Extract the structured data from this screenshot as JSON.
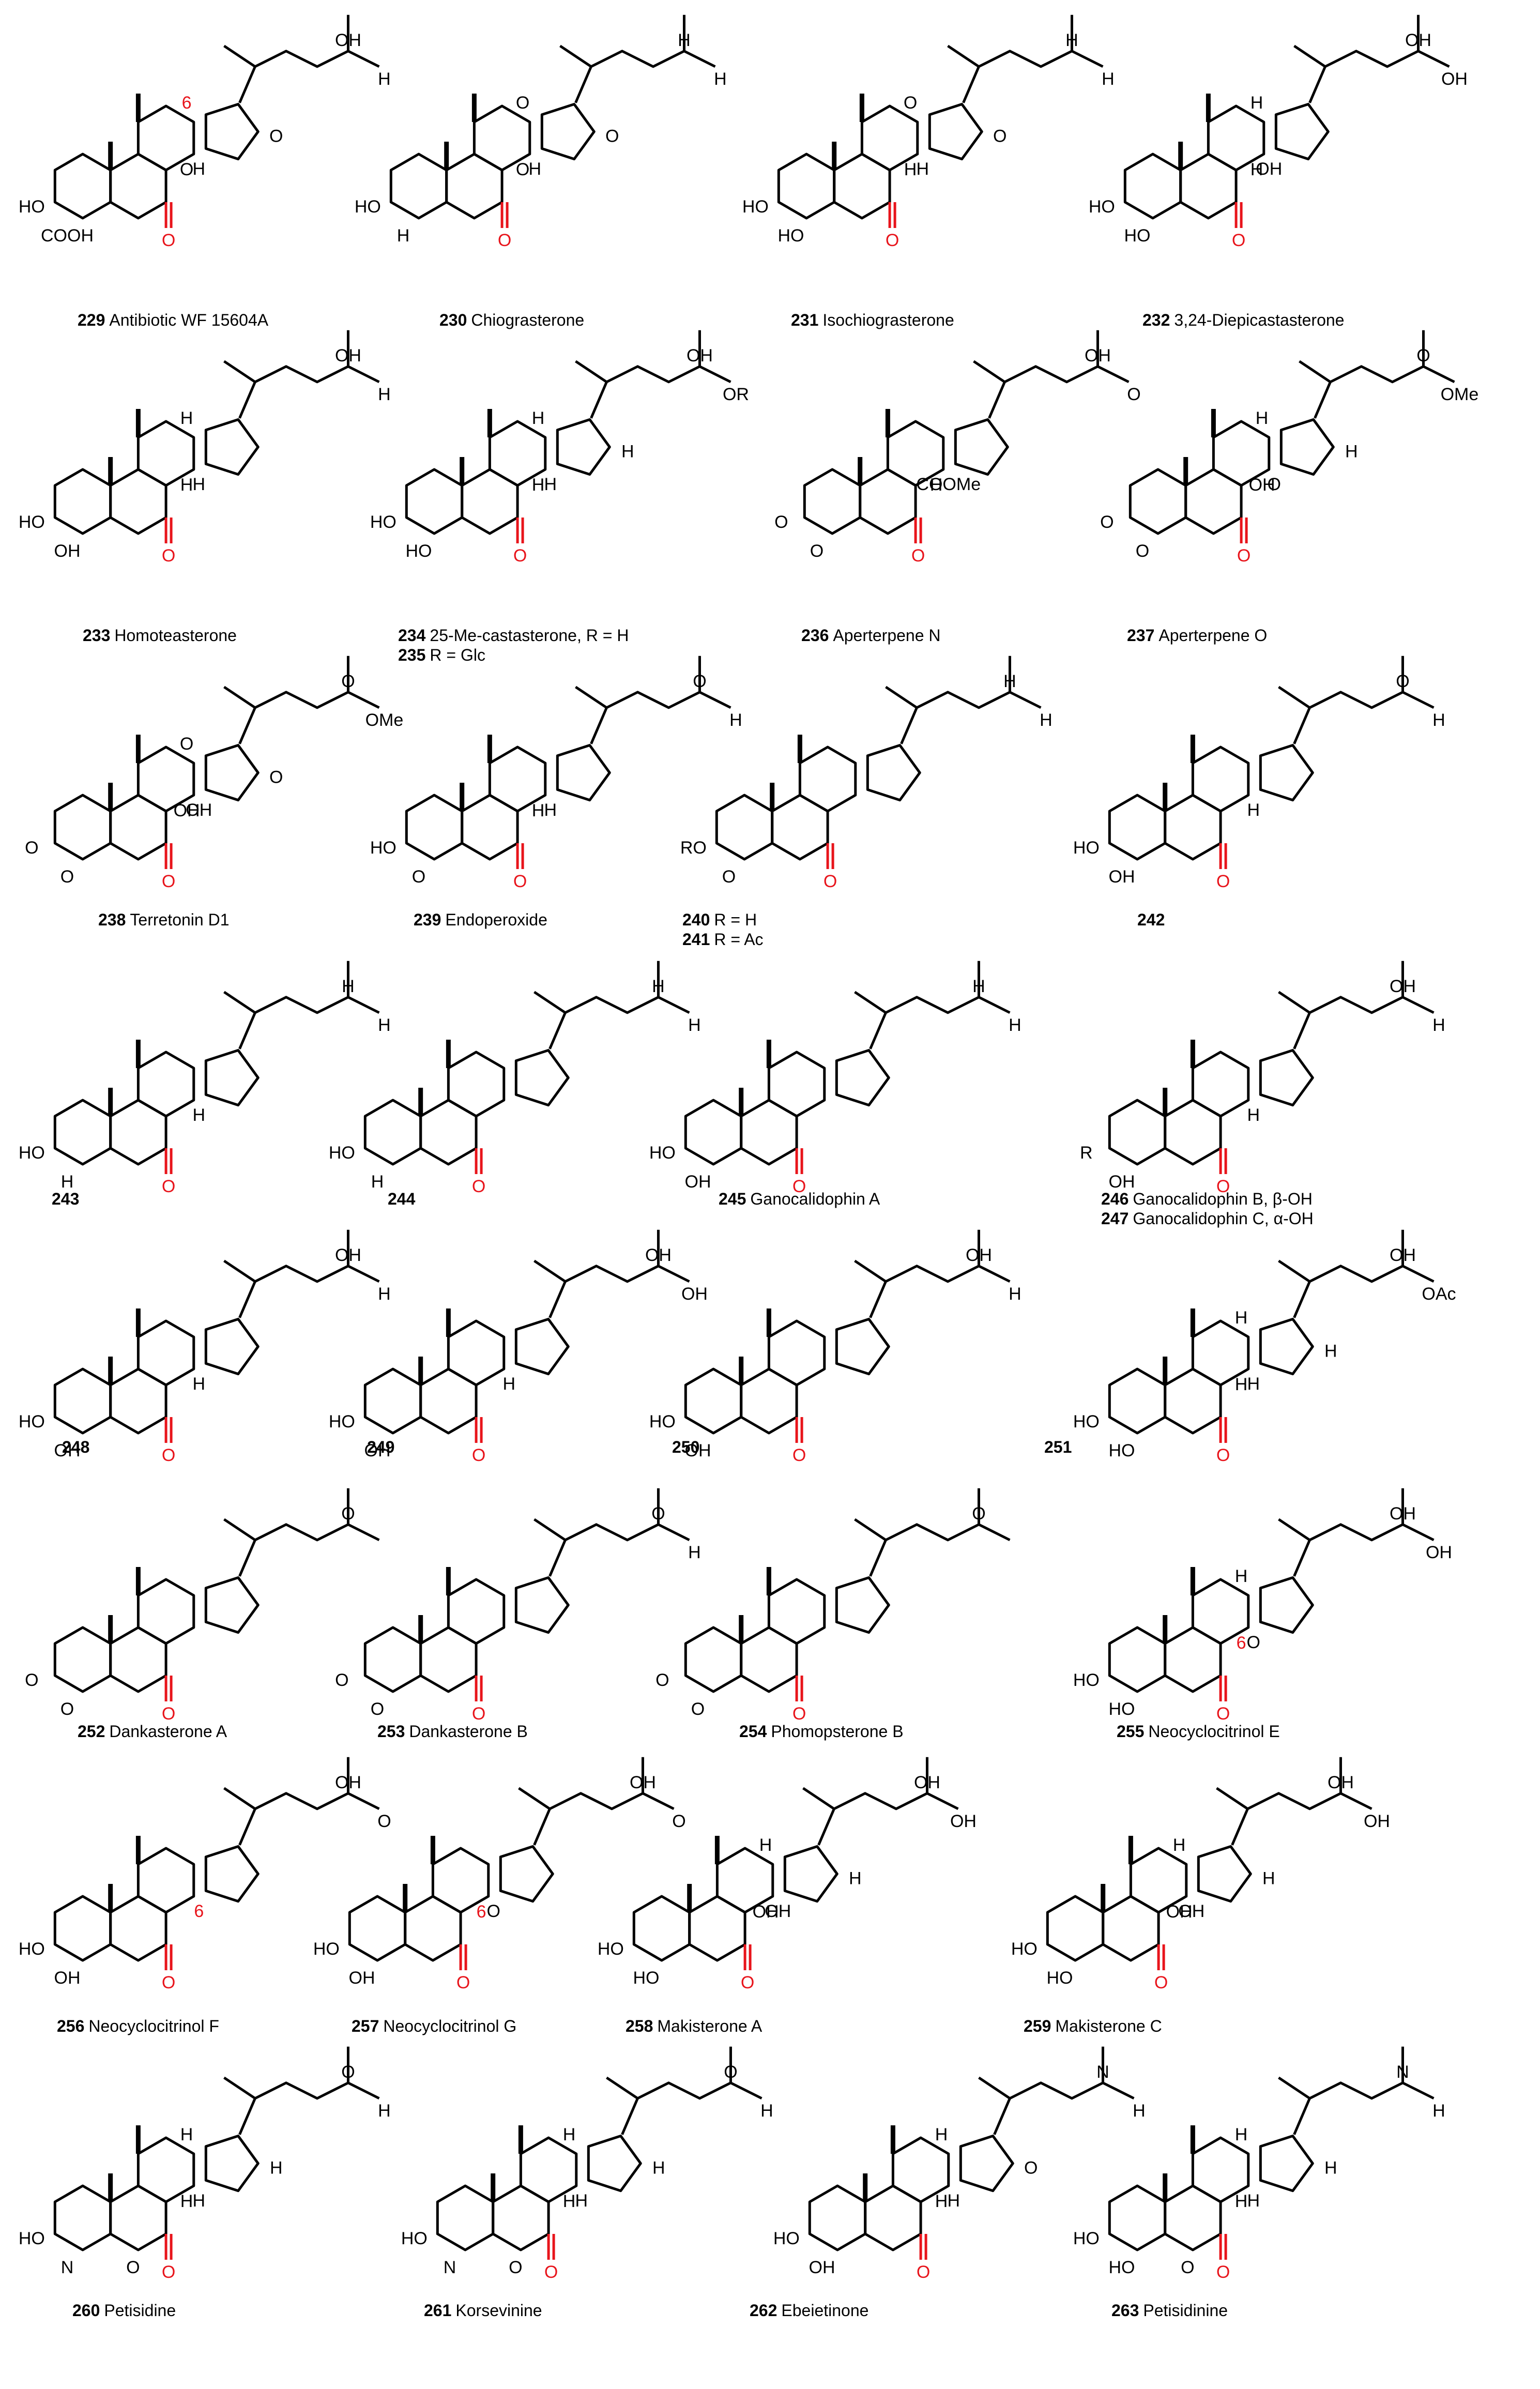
{
  "compounds": [
    {
      "id": "229",
      "name": "Antibiotic WF 15604A",
      "labels": [
        "HO",
        "COOH",
        "OH",
        "H",
        "H",
        "O",
        "6",
        "O"
      ],
      "red_marks": [
        "6"
      ]
    },
    {
      "id": "230",
      "name": "Chiograsterone",
      "labels": [
        "HO",
        "H",
        "H",
        "H",
        "H",
        "O",
        "O",
        "O"
      ]
    },
    {
      "id": "231",
      "name": "Isochiograsterone",
      "labels": [
        "HO",
        "HO",
        "H",
        "H",
        "H",
        "H",
        "O",
        "O"
      ]
    },
    {
      "id": "232",
      "name": "3,24-Diepicastasterone",
      "labels": [
        "HO",
        "HO",
        "OH",
        "OH",
        "OH",
        "H",
        "H"
      ]
    },
    {
      "id": "233",
      "name": "Homoteasterone",
      "labels": [
        "HO",
        "OH",
        "OH",
        "H",
        "H",
        "H",
        "H"
      ]
    },
    {
      "id": "234",
      "name": "25-Me-castasterone, R = H",
      "labels": [
        "HO",
        "HO",
        "OH",
        "OR",
        "H",
        "H",
        "H",
        "H"
      ],
      "extra": {
        "id": "235",
        "name": "R = Glc"
      }
    },
    {
      "id": "236",
      "name": "Aperterpene N",
      "labels": [
        "O",
        "O",
        "OH",
        "O",
        "COOMe",
        "H"
      ]
    },
    {
      "id": "237",
      "name": "Aperterpene O",
      "labels": [
        "O",
        "O",
        "O",
        "OMe",
        "O",
        "OH",
        "H",
        "H"
      ]
    },
    {
      "id": "238",
      "name": "Terretonin D1",
      "labels": [
        "O",
        "O",
        "O",
        "OMe",
        "OH",
        "OH",
        "O",
        "O"
      ]
    },
    {
      "id": "239",
      "name": "Endoperoxide",
      "labels": [
        "HO",
        "O",
        "O",
        "H",
        "H",
        "H"
      ]
    },
    {
      "id": "240",
      "name": "R = H",
      "labels": [
        "RO",
        "O",
        "H",
        "H"
      ],
      "extra": {
        "id": "241",
        "name": "R = Ac"
      }
    },
    {
      "id": "242",
      "name": "",
      "labels": [
        "HO",
        "OH",
        "O",
        "H",
        "H"
      ]
    },
    {
      "id": "243",
      "name": "",
      "labels": [
        "HO",
        "H",
        "H",
        "H",
        "H"
      ]
    },
    {
      "id": "244",
      "name": "",
      "labels": [
        "HO",
        "H",
        "H",
        "H"
      ]
    },
    {
      "id": "245",
      "name": "Ganocalidophin A",
      "labels": [
        "HO",
        "OH",
        "H",
        "H"
      ]
    },
    {
      "id": "246",
      "name": "Ganocalidophin B, β-OH",
      "labels": [
        "R",
        "OH",
        "OH",
        "H",
        "H"
      ],
      "extra": {
        "id": "247",
        "name": "Ganocalidophin C, α-OH"
      }
    },
    {
      "id": "248",
      "name": "",
      "labels": [
        "HO",
        "OH",
        "OH",
        "H",
        "H"
      ]
    },
    {
      "id": "249",
      "name": "",
      "labels": [
        "HO",
        "OH",
        "OH",
        "OH",
        "H"
      ]
    },
    {
      "id": "250",
      "name": "",
      "labels": [
        "HO",
        "OH",
        "OH",
        "H"
      ]
    },
    {
      "id": "251",
      "name": "",
      "labels": [
        "HO",
        "HO",
        "OH",
        "OAc",
        "H",
        "H",
        "H",
        "H"
      ]
    },
    {
      "id": "252",
      "name": "Dankasterone A",
      "labels": [
        "O",
        "O",
        "O"
      ]
    },
    {
      "id": "253",
      "name": "Dankasterone B",
      "labels": [
        "O",
        "O",
        "O",
        "H"
      ]
    },
    {
      "id": "254",
      "name": "Phomopsterone B",
      "labels": [
        "O",
        "O",
        "O"
      ]
    },
    {
      "id": "255",
      "name": "Neocyclocitrinol E",
      "labels": [
        "HO",
        "HO",
        "OH",
        "OH",
        "O",
        "6",
        "H"
      ],
      "red_marks": [
        "6"
      ]
    },
    {
      "id": "256",
      "name": "Neocyclocitrinol F",
      "labels": [
        "HO",
        "OH",
        "OH",
        "O",
        "6"
      ],
      "red_marks": [
        "6"
      ]
    },
    {
      "id": "257",
      "name": "Neocyclocitrinol G",
      "labels": [
        "HO",
        "OH",
        "OH",
        "O",
        "O",
        "6"
      ],
      "red_marks": [
        "6"
      ]
    },
    {
      "id": "258",
      "name": "Makisterone A",
      "labels": [
        "HO",
        "HO",
        "OH",
        "OH",
        "OH",
        "OH",
        "H",
        "H"
      ]
    },
    {
      "id": "259",
      "name": "Makisterone C",
      "labels": [
        "HO",
        "HO",
        "OH",
        "OH",
        "OH",
        "OH",
        "H",
        "H"
      ]
    },
    {
      "id": "260",
      "name": "Petisidine",
      "labels": [
        "HO",
        "N",
        "O",
        "H",
        "H",
        "H",
        "H",
        "H",
        "O"
      ]
    },
    {
      "id": "261",
      "name": "Korsevinine",
      "labels": [
        "HO",
        "N",
        "O",
        "H",
        "H",
        "H",
        "H",
        "H",
        "O"
      ]
    },
    {
      "id": "262",
      "name": "Ebeietinone",
      "labels": [
        "HO",
        "OH",
        "N",
        "H",
        "H",
        "H",
        "H",
        "O"
      ]
    },
    {
      "id": "263",
      "name": "Petisidinine",
      "labels": [
        "HO",
        "HO",
        "N",
        "H",
        "H",
        "H",
        "H",
        "H",
        "O"
      ]
    }
  ],
  "colors": {
    "ink": "#000000",
    "ketone": "#e8141b"
  }
}
